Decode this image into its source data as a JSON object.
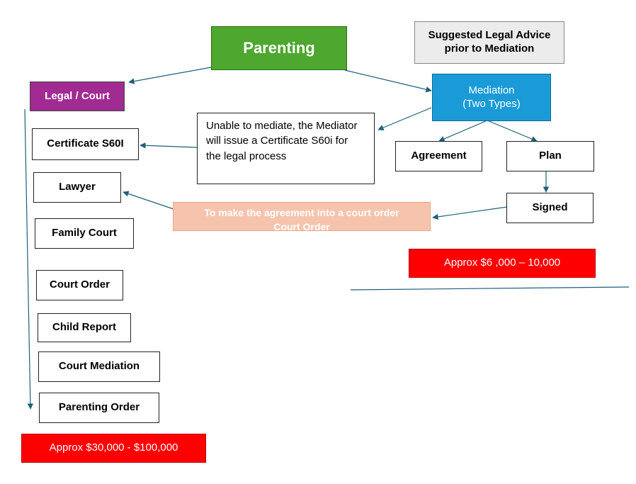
{
  "title": "Parenting",
  "advice_note": "Suggested Legal Advice prior to Mediation",
  "legal_court": {
    "label": "Legal / Court",
    "steps": [
      "Certificate S60I",
      "Lawyer",
      "Family Court",
      "Court Order",
      "Child Report",
      "Court Mediation",
      "Parenting Order"
    ],
    "cost": "Approx $30,000 - $100,000"
  },
  "mediation": {
    "label": "Mediation",
    "sublabel": "(Two Types)",
    "types": [
      "Agreement",
      "Plan"
    ],
    "signed": "Signed",
    "cost": "Approx $6 ,000 – 10,000"
  },
  "unable_note": "Unable to mediate, the Mediator will issue a Certificate S60i for the legal process",
  "court_order_note": "To make the agreement into a court order",
  "court_order_note_overflow": "Court Order",
  "colors": {
    "parenting_green": "#4ea72e",
    "legal_purple": "#a02b93",
    "mediation_blue": "#1a9bd7",
    "cost_red": "#ff0000",
    "note_peach": "#f6c4ad",
    "advice_grey": "#ececec",
    "connector": "#1f5f7a"
  }
}
